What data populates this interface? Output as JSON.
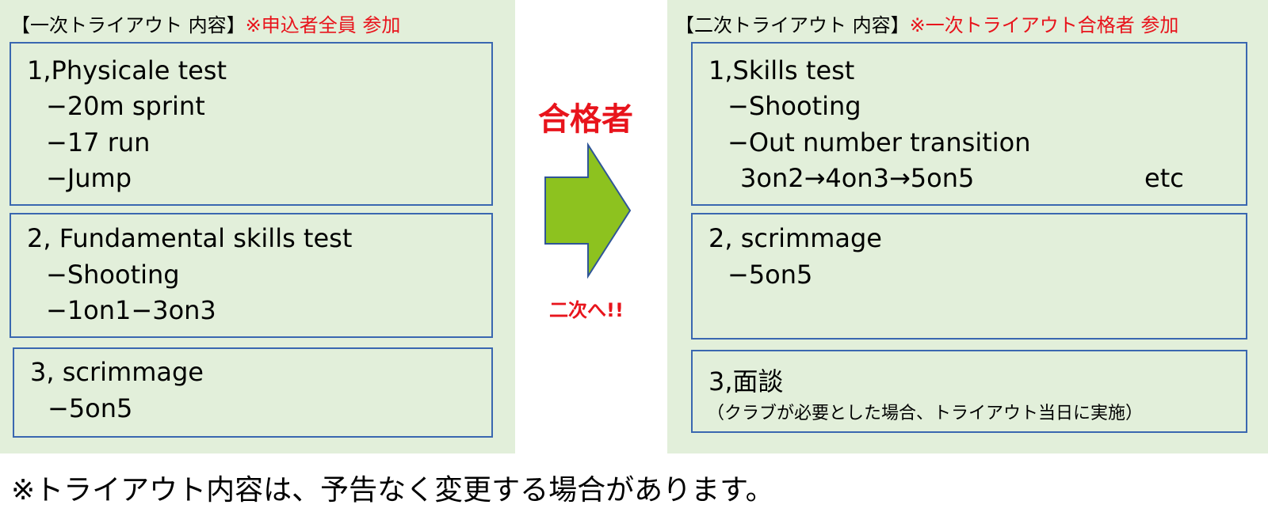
{
  "left": {
    "header_bracket": "【一次トライアウト 内容】",
    "header_note": "※申込者全員 参加",
    "box1": {
      "title": "1,Physicale test",
      "items": [
        "−20m sprint",
        "−17 run",
        "−Jump"
      ]
    },
    "box2": {
      "title": "2, Fundamental skills test",
      "items": [
        "−Shooting",
        "−1on1−3on3"
      ]
    },
    "box3": {
      "title": "3, scrimmage",
      "items": [
        "−5on5"
      ]
    }
  },
  "arrow": {
    "label_top": "合格者",
    "label_bottom": "二次へ!!",
    "fill": "#8dc21f",
    "stroke": "#2f5597"
  },
  "right": {
    "header_bracket": "【二次トライアウト 内容】",
    "header_note": "※一次トライアウト合格者 参加",
    "box1": {
      "title": "1,Skills test",
      "items": [
        "−Shooting",
        "−Out number transition"
      ],
      "sequence": "3on2→4on3→5on5",
      "etc": "etc"
    },
    "box2": {
      "title": "2, scrimmage",
      "items": [
        "−5on5"
      ]
    },
    "box3": {
      "title": "3,面談",
      "note": "（クラブが必要とした場合、トライアウト当日に実施）"
    }
  },
  "footer": "※トライアウト内容は、予告なく変更する場合があります。",
  "colors": {
    "panel_bg": "#e2efda",
    "box_border": "#3a67b0",
    "accent_red": "#e8141c"
  }
}
